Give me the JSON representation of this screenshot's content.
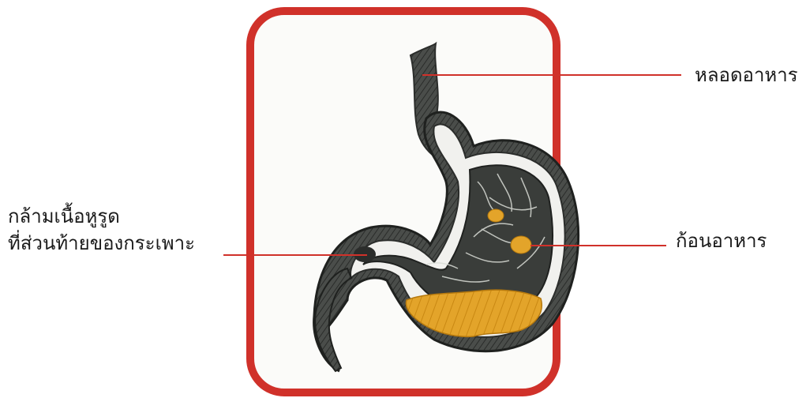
{
  "labels": {
    "esophagus": "หลอดอาหาร",
    "food_lump": "ก้อนอาหาร",
    "pyloric_sphincter_line1": "กล้ามเนื้อหูรูด",
    "pyloric_sphincter_line2": "ที่ส่วนท้ายของกระเพาะ"
  },
  "colors": {
    "frame": "#d0312a",
    "leader_lines": "#d0312a",
    "stomach_wall": "#3a3d3a",
    "food": "#e0a021"
  }
}
